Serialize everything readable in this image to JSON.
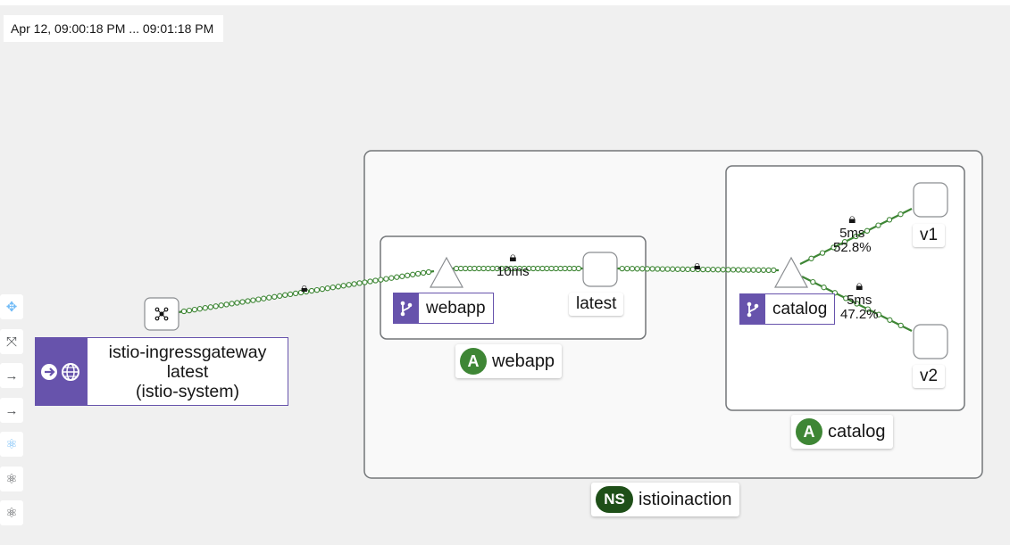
{
  "time_range": "Apr 12, 09:00:18 PM ... 09:01:18 PM",
  "toolbar": {
    "items": [
      {
        "name": "pan-icon",
        "glyph": "✥"
      },
      {
        "name": "fit-icon",
        "glyph": "⤧"
      },
      {
        "name": "arrow-right-icon",
        "glyph": "→"
      },
      {
        "name": "arrow-right-icon-2",
        "glyph": "→"
      },
      {
        "name": "layout-default-icon",
        "glyph": "⚛"
      },
      {
        "name": "layout-1-icon",
        "glyph": "⚛"
      },
      {
        "name": "layout-2-icon",
        "glyph": "⚛"
      }
    ]
  },
  "namespace": {
    "badge": "NS",
    "label": "istioinaction"
  },
  "apps": {
    "webapp": {
      "badge": "A",
      "label": "webapp"
    },
    "catalog": {
      "badge": "A",
      "label": "catalog"
    }
  },
  "gateway": {
    "line1": "istio-ingressgateway",
    "line2": "latest",
    "line3": "(istio-system)"
  },
  "services": {
    "webapp": "webapp",
    "catalog": "catalog"
  },
  "workloads": {
    "webapp_latest": "latest",
    "catalog_v1": "v1",
    "catalog_v2": "v2"
  },
  "edges": {
    "webapp_to_latest": {
      "rt": "10ms"
    },
    "catalog_to_v1": {
      "rt": "5ms",
      "pct": "52.8%"
    },
    "catalog_to_v2": {
      "rt": "5ms",
      "pct": "47.2%"
    }
  },
  "colors": {
    "edge": "#3e8635",
    "service": "#6753ac",
    "app_badge": "#3e8635",
    "ns_badge": "#1e4f18",
    "box_border": "#737679"
  }
}
